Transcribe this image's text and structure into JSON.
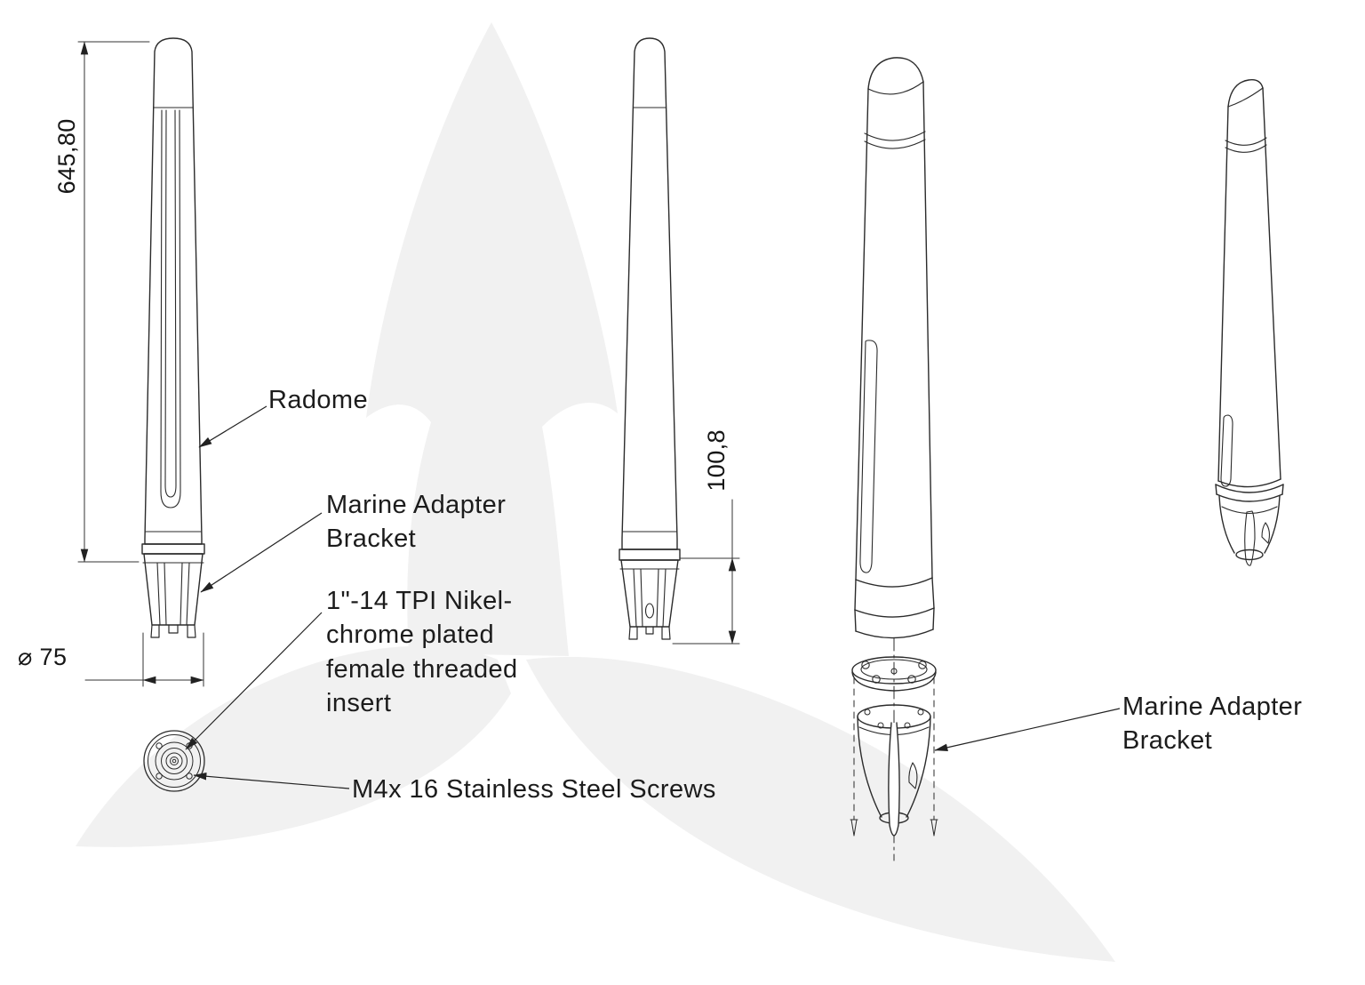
{
  "page": {
    "background_color": "#ffffff",
    "line_color": "#2b2b2b",
    "watermark_color": "#f1f1f1"
  },
  "labels": {
    "radome": "Radome",
    "marine_adapter_bracket_left": "Marine Adapter\nBracket",
    "threaded_insert": "1\"-14 TPI Nikel-\nchrome plated\nfemale threaded\ninsert",
    "screws": "M4x 16 Stainless Steel Screws",
    "marine_adapter_bracket_right": "Marine Adapter\nBracket"
  },
  "dimensions": {
    "overall_height": "645,80",
    "base_diameter": "⌀ 75",
    "bracket_height": "100,8"
  }
}
